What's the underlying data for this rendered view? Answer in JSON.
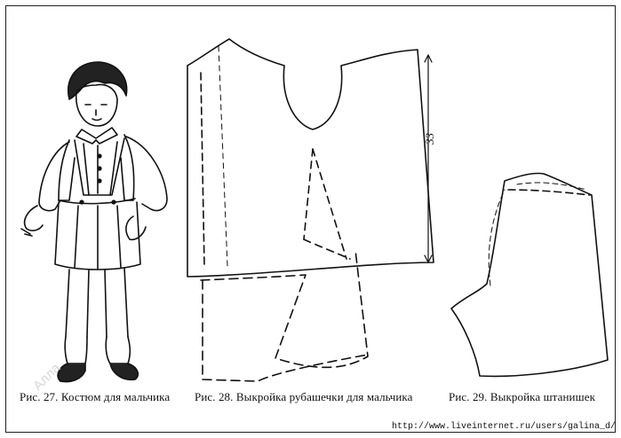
{
  "captions": {
    "fig27": "Рис. 27. Костюм для мальчика",
    "fig28": "Рис. 28. Выкройка рубашечки для мальчика",
    "fig29": "Рис. 29. Выкройка штанишек"
  },
  "dimension_label": "33",
  "watermark": "Алла",
  "source_url": "http://www.liveinternet.ru/users/galina_d/"
}
